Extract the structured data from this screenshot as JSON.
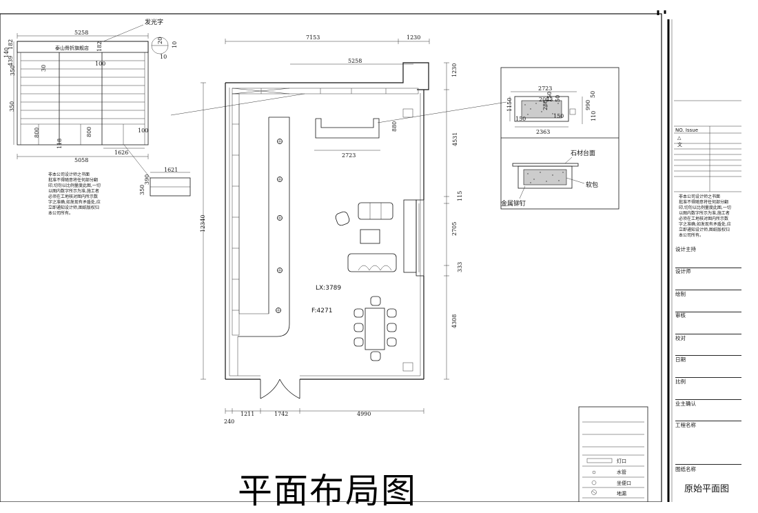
{
  "title": {
    "main": "平面布局图",
    "sheet_name": "原始平面图"
  },
  "labels": {
    "luminous_text": "发光字",
    "stone_top": "石材台面",
    "soft_pack": "软包",
    "metal_rivet": "金属铆钉",
    "lx": "LX:3789",
    "f": "F:4271",
    "shop_sign": "泰山骨折旗舰店"
  },
  "cabinet_elevation_dims": {
    "top_width": "5258",
    "bottom_width": "5058",
    "segment_1626": "1626",
    "left_140": "140",
    "left_182": "182",
    "left_439": "439",
    "left_350_top": "350",
    "left_350_bottom": "350",
    "inner_100_top": "100",
    "inner_100_bottom": "100",
    "inner_30": "30",
    "inner_800_a": "800",
    "inner_800_b": "800",
    "inner_182": "182",
    "inner_118": "118",
    "callout_20": "20",
    "callout_10": "10",
    "callout_10b": "10",
    "detail_1621": "1621",
    "detail_350": "350",
    "detail_390": "390"
  },
  "plan_dims": {
    "top_7153": "7153",
    "top_1230": "1230",
    "inner_5258": "5258",
    "right_1230": "1230",
    "right_4531": "4531",
    "right_115": "115",
    "right_2705": "2705",
    "right_333": "333",
    "right_4308": "4308",
    "left_12340": "12340",
    "desk_880": "880",
    "desk_2723": "2723",
    "bottom_240": "240",
    "bottom_1211": "1211",
    "bottom_1742": "1742",
    "bottom_4990": "4990"
  },
  "detail_dims": {
    "top_2723": "2723",
    "inner_2083": "2083",
    "bottom_2363": "2363",
    "left_1150": "1150",
    "right_50": "50",
    "right_990": "990",
    "right_110": "110",
    "small_150": "150",
    "small_150b": "150",
    "small_150c": "150",
    "small_280": "280",
    "small_50": "50"
  },
  "disclaimer": {
    "line1": "非本公司设计师之书面",
    "line2": "批准不得随意将任何部分翻",
    "line3": "印,切勿以比例量度此图,一切",
    "line4": "以图内数字所示为准,施工者",
    "line5": "必须在工地核对图内所示数",
    "line6": "字之准确,如发现有矛盾处,应",
    "line7": "立即通知设计师,图纸版权归",
    "line8": "本公司所有。"
  },
  "title_block": {
    "no_issue": "NO.  Issue",
    "rows": [
      "设计主持",
      "设计师",
      "绘制",
      "审核",
      "校对",
      "日期",
      "比例",
      "业主确认",
      "工程名称",
      "图纸名称"
    ]
  },
  "legend": {
    "items": [
      "灯口",
      "水管",
      "坐便口",
      "地漏"
    ]
  }
}
